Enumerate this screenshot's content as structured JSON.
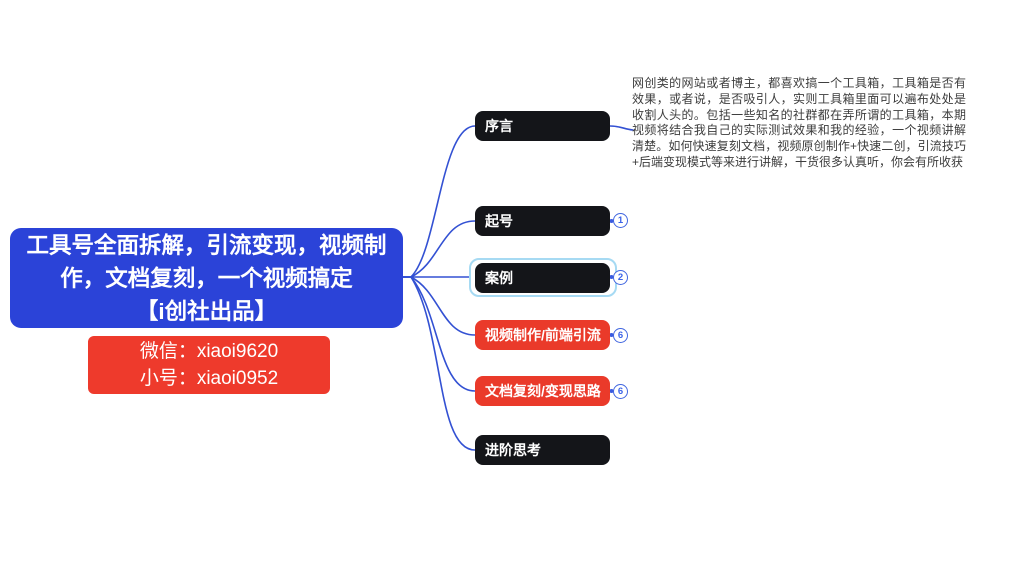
{
  "root_topic": {
    "lines": [
      "工具号全面拆解，引流变现，视频制",
      "作，文档复刻，一个视频搞定",
      "【i创社出品】"
    ]
  },
  "contact_card": {
    "lines": [
      "微信：xiaoi9620",
      "小号：xiaoi0952"
    ]
  },
  "branches": [
    {
      "label": "序言",
      "style": "black",
      "badge": null,
      "selected": false
    },
    {
      "label": "起号",
      "style": "black",
      "badge": "1",
      "selected": false
    },
    {
      "label": "案例",
      "style": "black",
      "badge": "2",
      "selected": true
    },
    {
      "label": "视频制作/前端引流",
      "style": "red",
      "badge": "6",
      "selected": false
    },
    {
      "label": "文档复刻/变现思路",
      "style": "red",
      "badge": "6",
      "selected": false
    },
    {
      "label": "进阶思考",
      "style": "black",
      "badge": null,
      "selected": false
    }
  ],
  "note": {
    "text": "网创类的网站或者博主，都喜欢搞一个工具箱，工具箱是否有效果，或者说，是否吸引人，实则工具箱里面可以遍布处处是收割人头的。包括一些知名的社群都在弄所谓的工具箱，本期视频将结合我自己的实际测试效果和我的经验，一个视频讲解清楚。如何快速复刻文档，视频原创制作+快速二创，引流技巧+后端变现模式等来进行讲解，干货很多认真听，你会有所收获"
  },
  "colors": {
    "root_blue": "#2b43d8",
    "node_black": "#141519",
    "node_red": "#ea3a2a",
    "contact_red": "#ee3a2c",
    "connector_blue": "#3351d3",
    "selection_cyan": "#a6daf3",
    "badge_blue": "#4166e0",
    "background": "#ffffff"
  }
}
